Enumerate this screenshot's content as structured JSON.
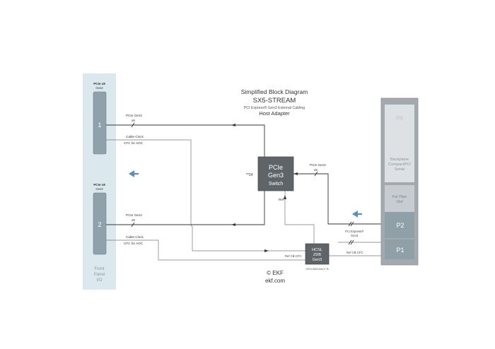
{
  "title": {
    "line1": "Simplified Block Diagram",
    "line2": "SX5-STREAM",
    "line3": "PCI Express® Gen3 External Cabling",
    "line4": "Host Adapter"
  },
  "front_panel": {
    "connector1": {
      "header1": "PCIe x8",
      "header2": "Gen3",
      "number": "1"
    },
    "connector2": {
      "header1": "PCIe x8",
      "header2": "Gen3",
      "number": "2"
    },
    "label1": "Front",
    "label2": "Panel",
    "label3": "I/O"
  },
  "links": {
    "pcie_top": {
      "line1": "PCIe Gen3",
      "line2": "x8"
    },
    "cable_top": {
      "line1": "Cable Clock",
      "line2": "CFC for AOC"
    },
    "pcie_bottom": {
      "line1": "PCIe Gen3",
      "line2": "x8"
    },
    "cable_bottom": {
      "line1": "Cable Clock",
      "line2": "CFC for AOC"
    },
    "switch_right": {
      "line1": "PCIe Gen3",
      "line2": "x8"
    },
    "refclk_cfc_left": "Ref Clk CFC",
    "refclk_cfc_right": "Ref Clk CFC",
    "pci_express_gen3": {
      "line1": "PCI Express®",
      "line2": "Gen3"
    }
  },
  "switch": {
    "line1": "PCIe",
    "line2": "Gen3",
    "line3": "Switch",
    "side_label": "**24",
    "ref_label": "Ref"
  },
  "hcsl": {
    "line1": "HCSL",
    "line2": "ZDB",
    "line3": "Gen3",
    "part": "9ZXL0851AKLF B"
  },
  "backplane": {
    "p6": "P6",
    "backplane_line1": "Backplane",
    "backplane_line2": "CompactPCI",
    "backplane_line3": "Serial",
    "fatpipe_line1": "Fat Pipe",
    "fatpipe_line2": "Slot",
    "p2": "P2",
    "p1": "P1"
  },
  "copyright": {
    "line1": "© EKF",
    "line2": "ekf.com"
  },
  "colors": {
    "panel_fill": "#dbe8ee",
    "connector_fill": "#8fa2ab",
    "switch_fill": "#5f6468",
    "backplane_frame": "#a3a9ad",
    "slot_light": "#dde1e3",
    "slot_mid": "#c6ccd0",
    "slot_dark": "#8fa0a8",
    "arrow_blue": "#5b8fc1"
  },
  "icons": [
    "left-arrow-icon",
    "left-arrow-icon"
  ]
}
